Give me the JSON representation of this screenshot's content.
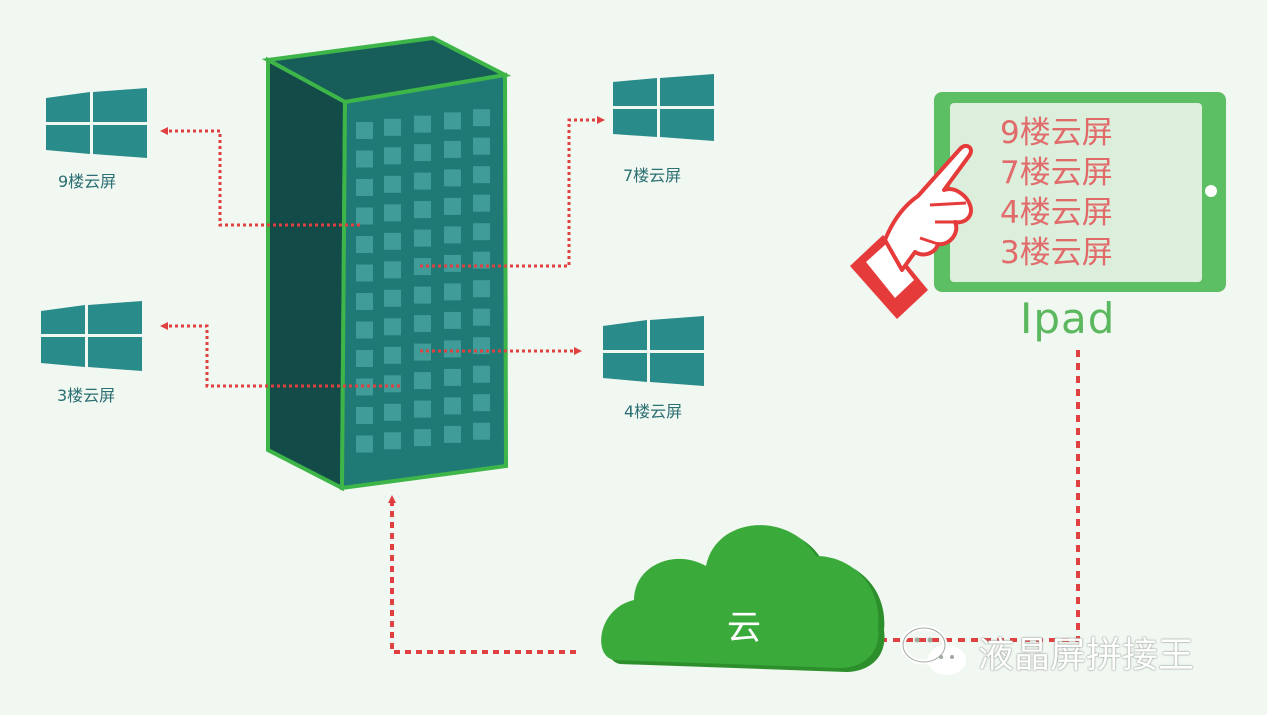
{
  "floors": [
    {
      "label": "9楼云屏"
    },
    {
      "label": "7楼云屏"
    },
    {
      "label": "3楼云屏"
    },
    {
      "label": "4楼云屏"
    }
  ],
  "ipad": {
    "items": [
      "9楼云屏",
      "7楼云屏",
      "4楼云屏",
      "3楼云屏"
    ],
    "label": "Ipad"
  },
  "cloud": {
    "label": "云"
  },
  "watermark": {
    "text": "液晶屏拼接王"
  },
  "colors": {
    "background": "#f1f7f1",
    "building_front": "#1f7a76",
    "building_side": "#134b48",
    "building_outline": "#3db548",
    "window_tile": "#2a8c8a",
    "arrow": "#e04040",
    "ipad_frame": "#5cbf63",
    "ipad_screen": "#dcefdc",
    "ipad_text": "#e16b6b",
    "cloud": "#3aaa3a",
    "hand": "#e63b3b"
  },
  "icons": {
    "floor_screen": "windows-logo-icon",
    "pointer": "pointing-hand-icon",
    "watermark": "wechat-icon"
  }
}
